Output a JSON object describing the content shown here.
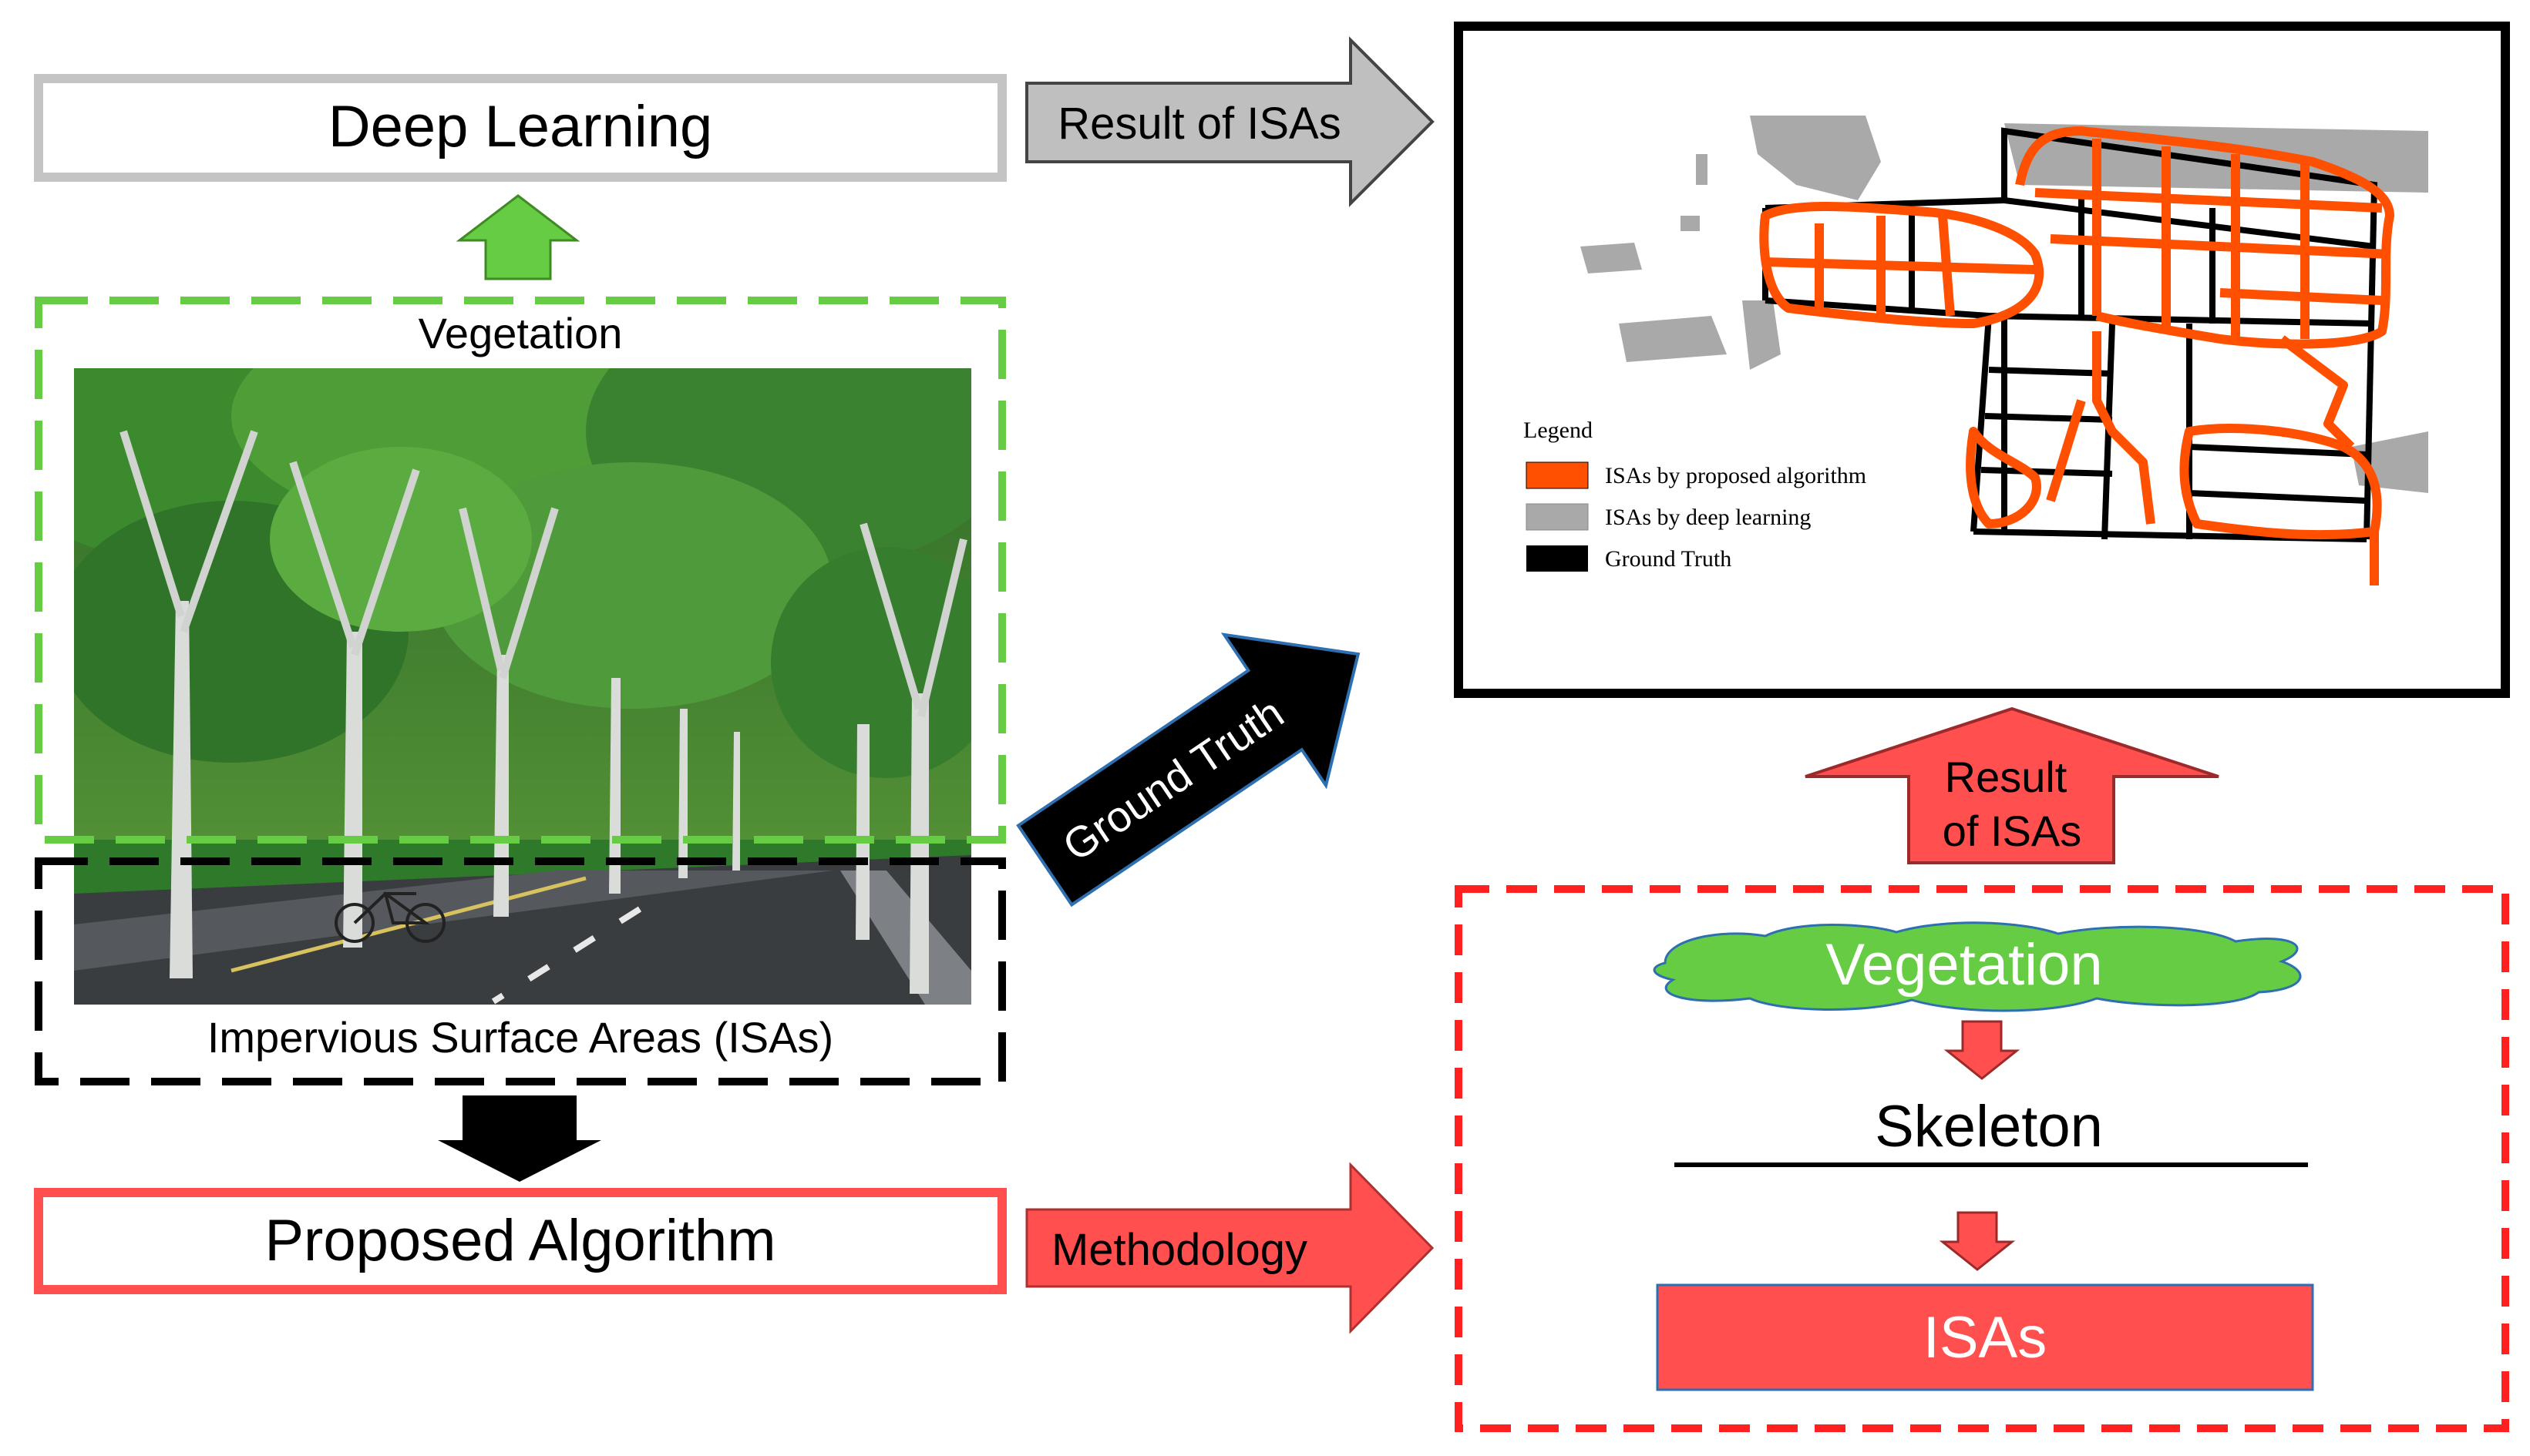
{
  "left_column": {
    "deep_learning": "Deep Learning",
    "vegetation_label": "Vegetation",
    "isa_label": "Impervious Surface Areas (ISAs)",
    "proposed_algorithm": "Proposed Algorithm"
  },
  "arrows": {
    "result_top": "Result of ISAs",
    "ground_truth": "Ground Truth",
    "methodology": "Methodology",
    "result_up_line1": "Result",
    "result_up_line2": "of ISAs"
  },
  "map": {
    "legend_title": "Legend",
    "legend": [
      {
        "label": "ISAs by proposed algorithm",
        "color": "#ff4f00"
      },
      {
        "label": "ISAs by deep learning",
        "color": "#a9a9a9"
      },
      {
        "label": "Ground Truth",
        "color": "#000000"
      }
    ]
  },
  "method_box": {
    "vegetation": "Vegetation",
    "skeleton": "Skeleton",
    "isas": "ISAs"
  },
  "colors": {
    "green": "#66cc44",
    "red": "#ff4f4f",
    "grey_arrow": "#bfbfbf",
    "orange": "#ff4f00",
    "black": "#000000"
  }
}
